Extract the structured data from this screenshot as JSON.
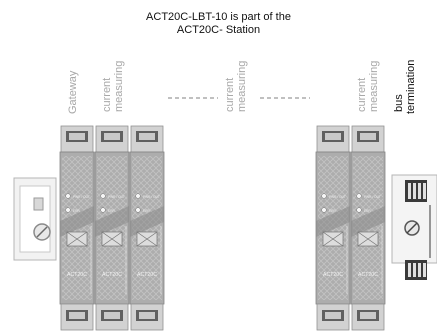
{
  "caption": {
    "line1": "ACT20C-LBT-10 is part of the",
    "line2": "ACT20C- Station"
  },
  "module_labels": {
    "gateway": "Gateway",
    "current": "current",
    "measuring": "measuring",
    "bus": "bus",
    "termination": "termination"
  },
  "module_text": {
    "brand": "ACT20C",
    "pwr": "PWR / OUT",
    "err": "ERR"
  },
  "colors": {
    "module_body": "#9c9c9c",
    "module_dark": "#6f6f6f",
    "module_light": "#c8c8c8",
    "rail": "#d9d9d9",
    "faded_label": "#a8a8a8",
    "caption_text": "#111111"
  }
}
